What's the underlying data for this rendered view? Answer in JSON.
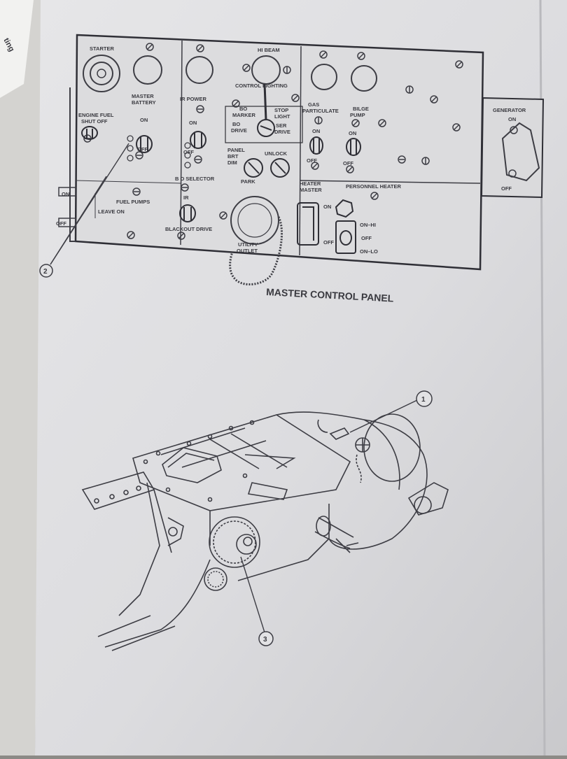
{
  "page_edge_text": "ting",
  "panel": {
    "title": "MASTER CONTROL PANEL",
    "labels": {
      "starter": "STARTER",
      "hi_beam": "HI BEAM",
      "control_lighting": "CONTROL LIGHTING",
      "master_battery_1": "MASTER",
      "master_battery_2": "BATTERY",
      "ir_power": "IR POWER",
      "bo_marker_1": "BO",
      "bo_marker_2": "MARKER",
      "bo_drive_1": "BO",
      "bo_drive_2": "DRIVE",
      "stop_light_1": "STOP",
      "stop_light_2": "LIGHT",
      "ser_drive_1": "SER",
      "ser_drive_2": "DRIVE",
      "gas_particulate_1": "GAS",
      "gas_particulate_2": "PARTICULATE",
      "bilge_pump_1": "BILGE",
      "bilge_pump_2": "PUMP",
      "engine_fuel_1": "ENGINE FUEL",
      "engine_fuel_2": "SHUT OFF",
      "on_battery": "ON",
      "on_ir": "ON",
      "on_gas": "ON",
      "on_bilge": "ON",
      "off_battery": "OFF",
      "off_ir": "OFF",
      "off_gas": "OFF",
      "off_bilge": "OFF",
      "panel_bright_1": "PANEL",
      "panel_bright_2": "BRT",
      "panel_bright_3": "DIM",
      "unlock": "UNLOCK",
      "park": "PARK",
      "bo_selector": "B O SELECTOR",
      "ir": "IR",
      "heater_master_1": "HEATER",
      "heater_master_2": "MASTER",
      "personnel_heater": "PERSONNEL HEATER",
      "on_heater": "ON",
      "fuel_pumps": "FUEL PUMPS",
      "leave_on": "LEAVE ON",
      "on_left": "ON",
      "off_left": "OFF",
      "blackout_drive": "BLACKOUT DRIVE",
      "utility_outlet_1": "UTILITY",
      "utility_outlet_2": "OUTLET",
      "on_hi": "ON–HI",
      "off_heater": "OFF",
      "off_heater_left": "OFF",
      "on_lo": "ON–LO",
      "generator": "GENERATOR",
      "gen_on": "ON",
      "gen_off": "OFF"
    }
  },
  "callouts": [
    "1",
    "2",
    "3"
  ]
}
